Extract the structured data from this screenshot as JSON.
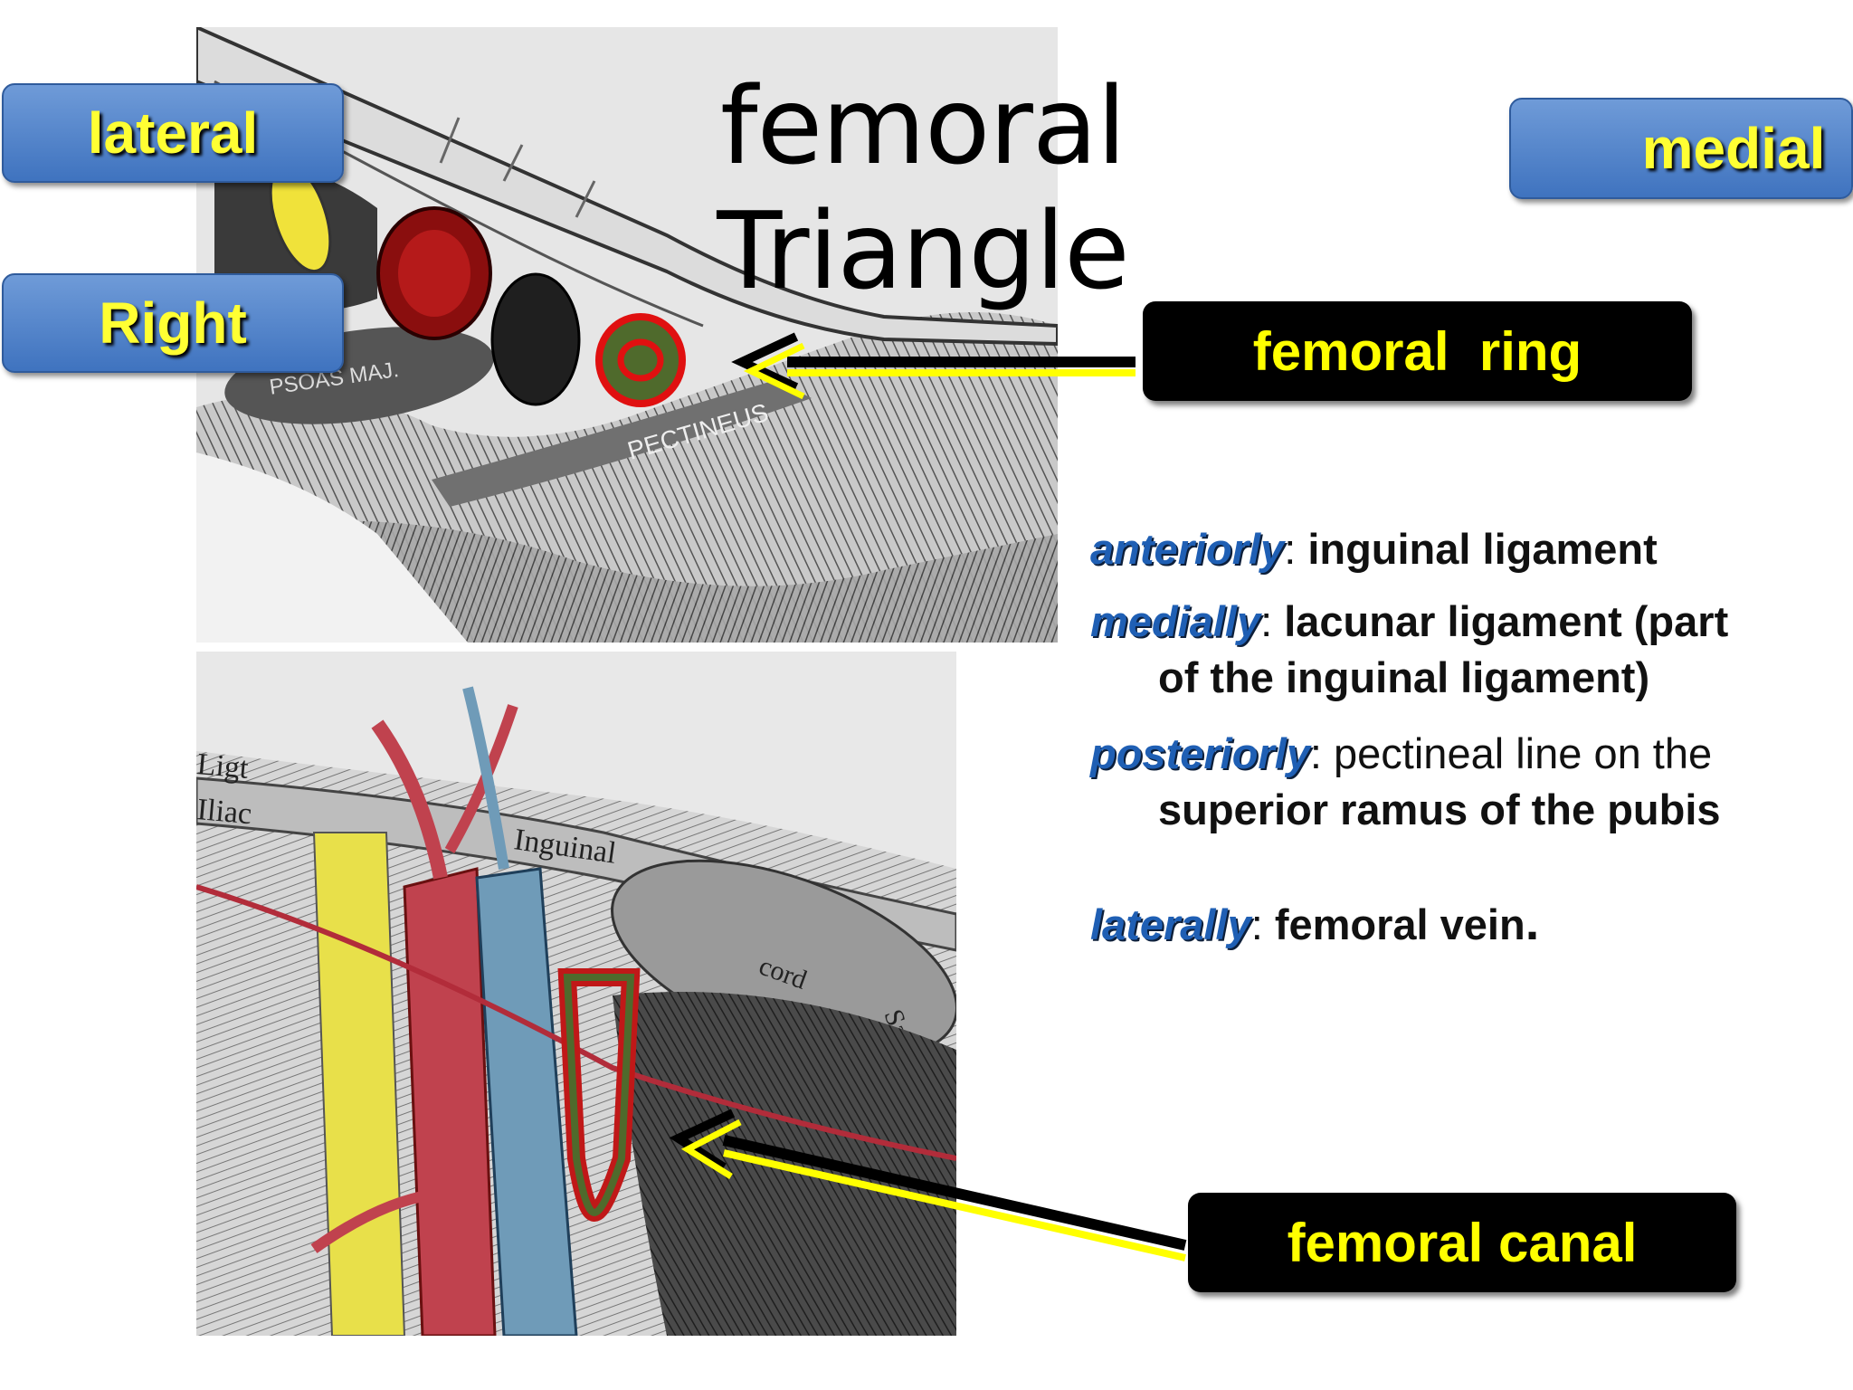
{
  "title": "femoral Triangle",
  "labels": {
    "lateral": "lateral",
    "right": "Right",
    "medial": "medial"
  },
  "callouts": {
    "femoral_ring": "femoral  ring",
    "femoral_canal": "femoral canal"
  },
  "boundaries": {
    "anterior_term": "anteriorly",
    "anterior_colon": ": ",
    "anterior_text": "inguinal ligament",
    "medial_term": "medially",
    "medial_colon": ": ",
    "medial_text_1": "lacunar ligament (part",
    "medial_text_2": "of the inguinal ligament)",
    "posterior_term": "posteriorly",
    "posterior_colon": ": ",
    "posterior_text_1": "pectineal line on the",
    "posterior_text_2": "superior ramus of the pubis",
    "lateral_term": "laterally",
    "lateral_colon": ": ",
    "lateral_text": "femoral vein",
    "lateral_end": "."
  },
  "image_labels": {
    "psoas": "PSOAS MAJ.",
    "pectineus": "PECTINEUS",
    "ligament_left": "Ligt",
    "iliac": "Iliac",
    "inguinal": "Inguinal",
    "cord": "cord",
    "saph": "Saph"
  },
  "colors": {
    "button_blue": "#4f82c9",
    "label_yellow": "#ffff33",
    "callout_text": "#ffff00",
    "term_blue": "#1f5fb4",
    "ring_red": "#e01010",
    "ring_green": "#4f6a2c"
  }
}
